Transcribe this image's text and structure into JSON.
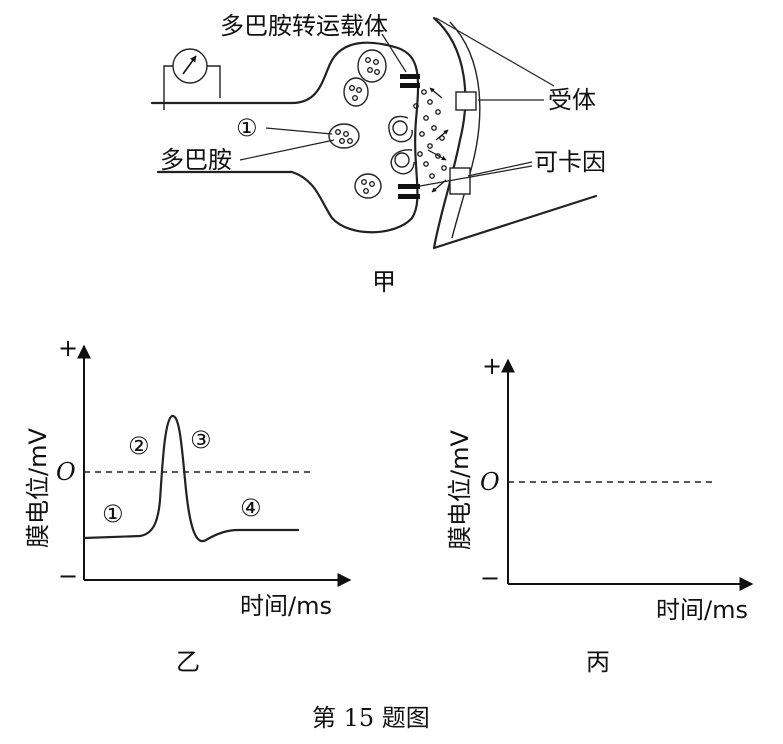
{
  "panel_jia": {
    "title": "甲",
    "label_transporter": "多巴胺转运载体",
    "label_receptor": "受体",
    "label_dopamine": "多巴胺",
    "label_cocaine": "可卡因",
    "marker_1": "①"
  },
  "panel_yi": {
    "title": "乙",
    "y_axis_label": "膜电位/mV",
    "x_axis_label": "时间/ms",
    "y_plus": "+",
    "y_minus": "−",
    "zero_label": "O",
    "marker_1": "①",
    "marker_2": "②",
    "marker_3": "③",
    "marker_4": "④"
  },
  "panel_bing": {
    "title": "丙",
    "y_axis_label": "膜电位/mV",
    "x_axis_label": "时间/ms",
    "y_plus": "+",
    "y_minus": "−",
    "zero_label": "O"
  },
  "caption": "第 15 题图"
}
